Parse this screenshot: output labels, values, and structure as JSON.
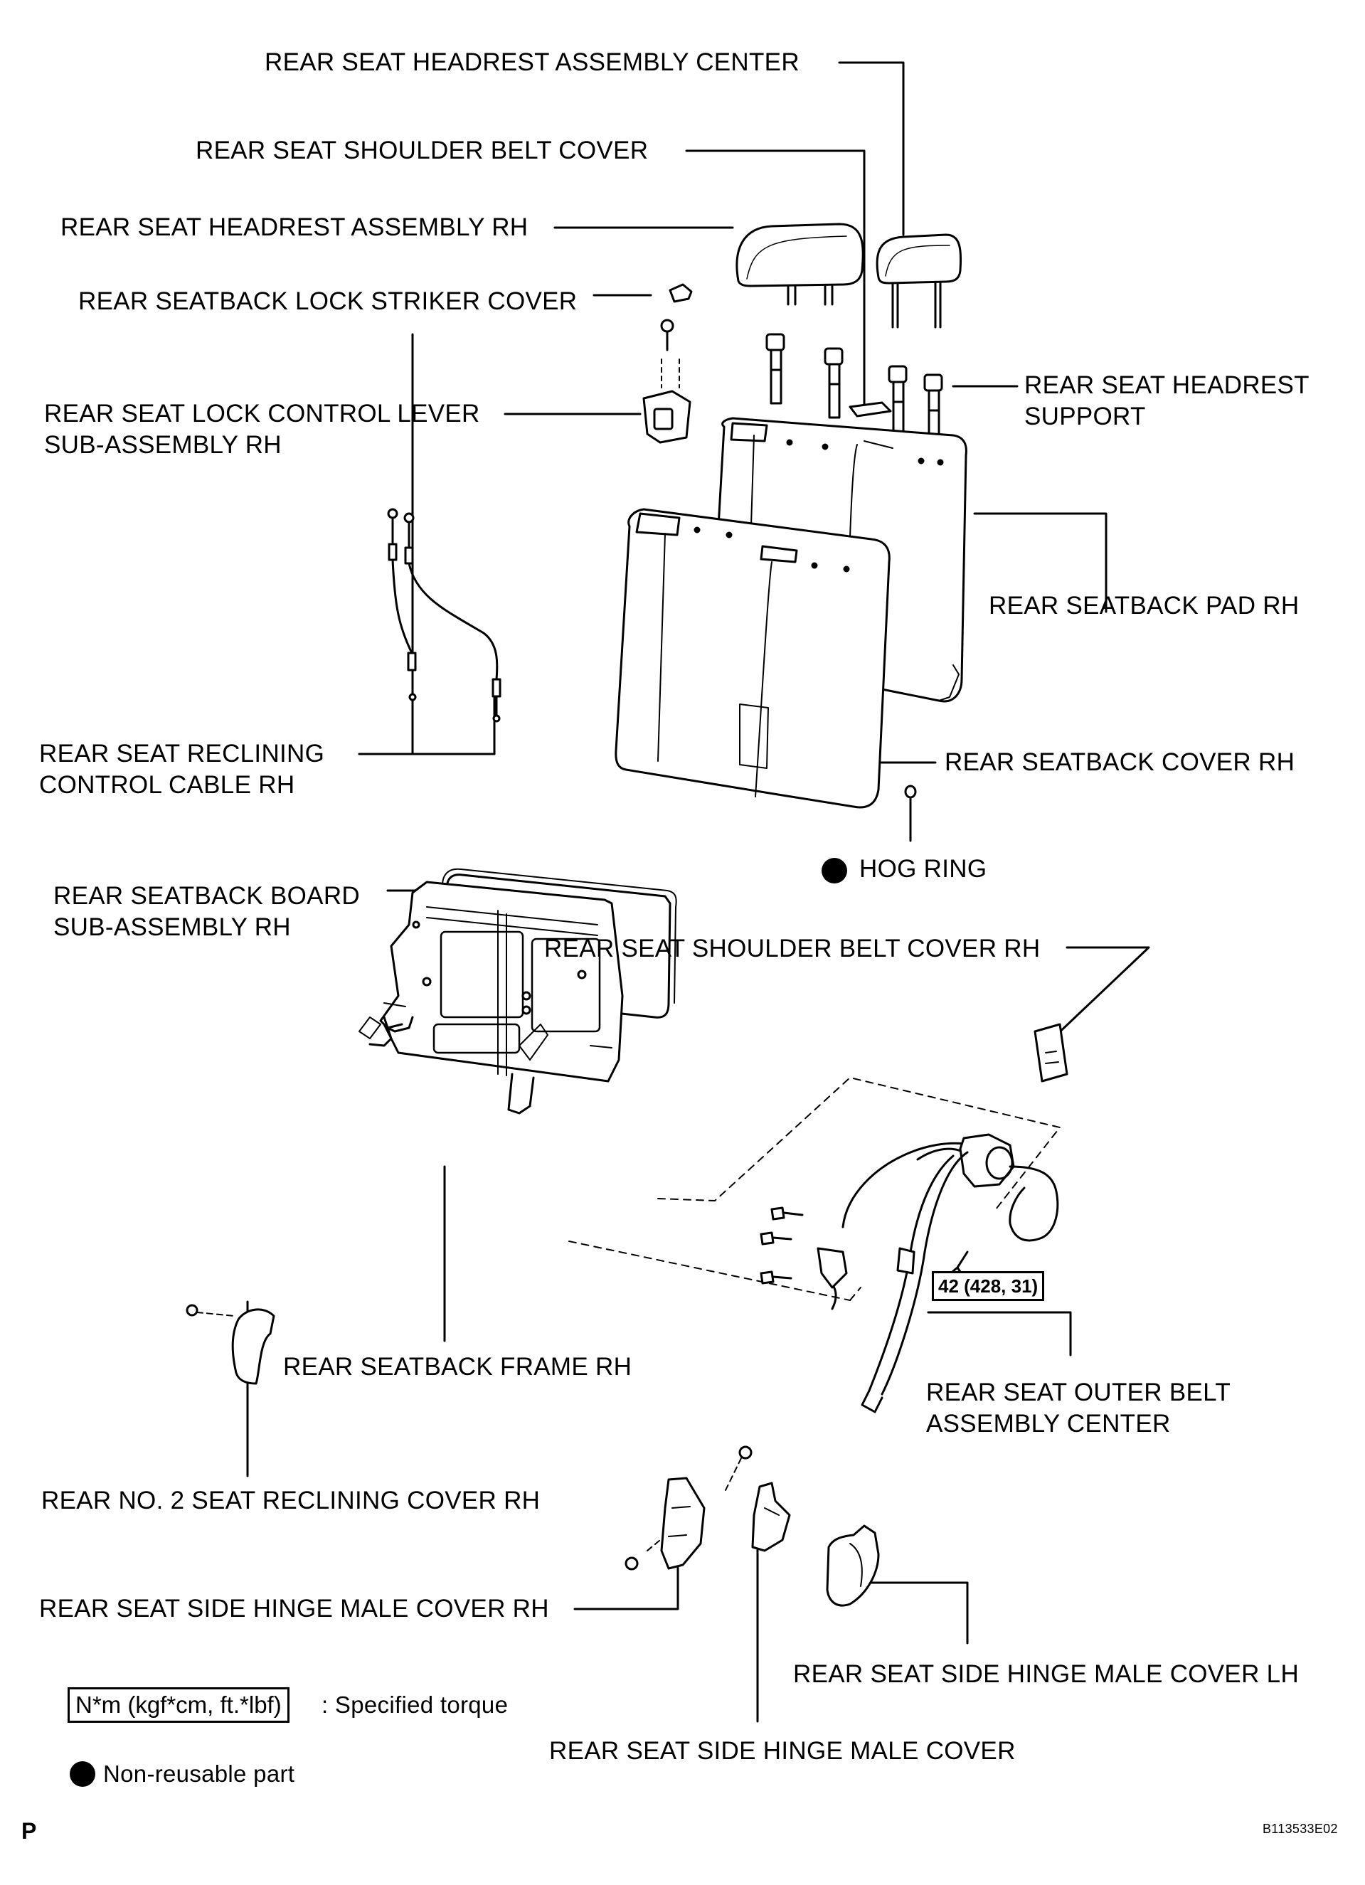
{
  "labels": {
    "headrest_center": "REAR SEAT HEADREST ASSEMBLY CENTER",
    "shoulder_belt_cover": "REAR SEAT SHOULDER BELT COVER",
    "headrest_rh": "REAR SEAT HEADREST ASSEMBLY RH",
    "lock_striker_cover": "REAR SEATBACK LOCK STRIKER COVER",
    "lock_control_lever": [
      "REAR SEAT LOCK CONTROL LEVER",
      "SUB-ASSEMBLY RH"
    ],
    "headrest_support": [
      "REAR SEAT HEADREST",
      "SUPPORT"
    ],
    "seatback_pad": "REAR SEATBACK PAD RH",
    "reclining_cable": [
      "REAR SEAT RECLINING",
      "CONTROL CABLE RH"
    ],
    "seatback_cover": "REAR SEATBACK COVER RH",
    "hog_ring": "HOG RING",
    "seatback_board": [
      "REAR SEATBACK BOARD",
      "SUB-ASSEMBLY RH"
    ],
    "shoulder_belt_cover_rh": "REAR SEAT SHOULDER BELT COVER RH",
    "seatback_frame": "REAR SEATBACK FRAME RH",
    "outer_belt": [
      "REAR SEAT OUTER BELT",
      "ASSEMBLY CENTER"
    ],
    "reclining_cover": "REAR NO. 2 SEAT RECLINING COVER RH",
    "hinge_cover_rh": "REAR SEAT SIDE HINGE MALE COVER RH",
    "hinge_cover_lh": "REAR SEAT SIDE HINGE MALE COVER LH",
    "hinge_cover": "REAR SEAT SIDE HINGE MALE COVER"
  },
  "torque": {
    "value": "42 (428, 31)"
  },
  "legend": {
    "torque_box": "N*m (kgf*cm, ft.*lbf)",
    "torque_desc": ": Specified torque",
    "non_reusable": "Non-reusable part"
  },
  "footer": {
    "page_mark": "P",
    "figure_id": "B113533E02"
  }
}
